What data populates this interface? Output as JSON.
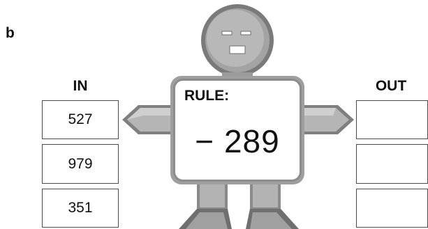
{
  "part_label": "b",
  "in_header": "IN",
  "out_header": "OUT",
  "rule_title": "RULE:",
  "rule_value": "− 289",
  "in_values": [
    "527",
    "979",
    "351"
  ],
  "out_values": [
    "",
    "",
    ""
  ],
  "colors": {
    "robot_light": "#bdbdbd",
    "robot_mid": "#9b9b9b",
    "robot_dark": "#6e6e6e",
    "panel_border": "#8c8c8c"
  }
}
